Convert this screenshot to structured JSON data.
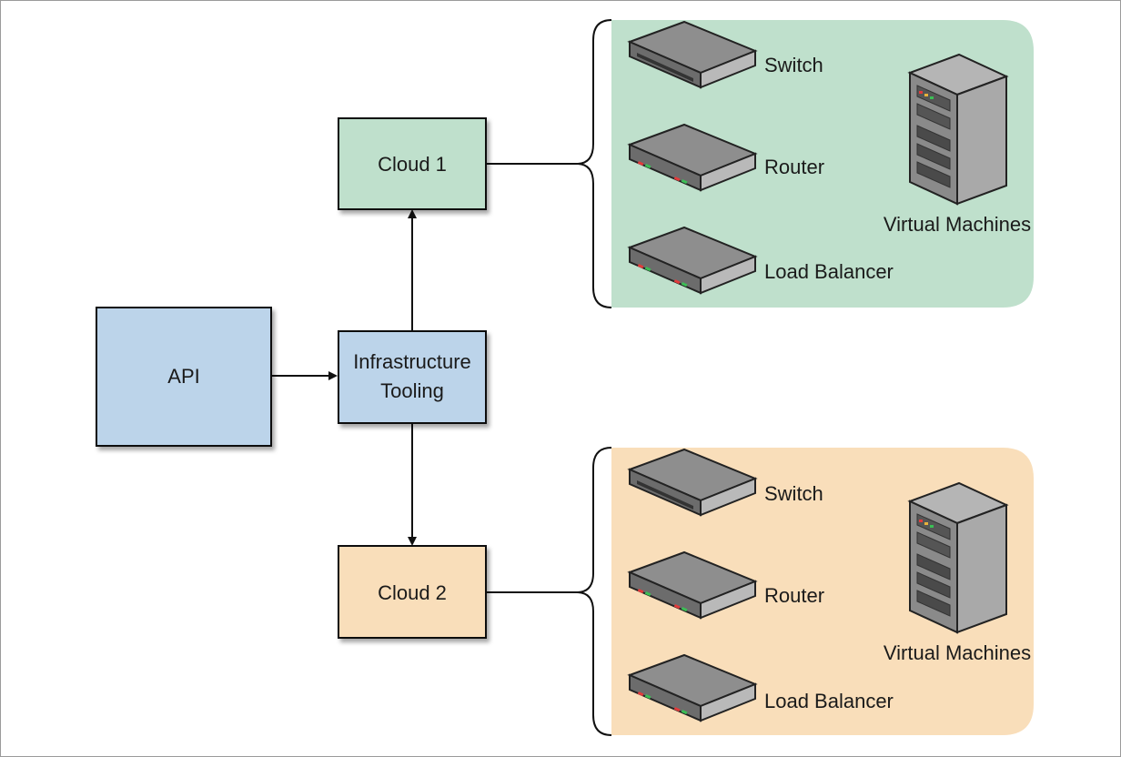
{
  "colors": {
    "api_fill": "#bcd4ea",
    "tooling_fill": "#bcd4ea",
    "cloud1_fill": "#bfe0cc",
    "cloud2_fill": "#f9deba",
    "panel1_fill": "#bfe0cc",
    "panel2_fill": "#f9deba",
    "stroke": "#111111",
    "device_top": "#8e8e8e",
    "device_front": "#6c6c6c",
    "device_side": "#b9b9b9",
    "server_front": "#8a8a8a",
    "server_side": "#a9a9a9"
  },
  "nodes": {
    "api": "API",
    "tooling_line1": "Infrastructure",
    "tooling_line2": "Tooling",
    "cloud1": "Cloud 1",
    "cloud2": "Cloud 2"
  },
  "cloud1_panel": {
    "switch": "Switch",
    "router": "Router",
    "load_balancer": "Load Balancer",
    "virtual_machines": "Virtual Machines",
    "icons": [
      "switch-icon",
      "router-icon",
      "load-balancer-icon",
      "server-icon"
    ]
  },
  "cloud2_panel": {
    "switch": "Switch",
    "router": "Router",
    "load_balancer": "Load Balancer",
    "virtual_machines": "Virtual Machines",
    "icons": [
      "switch-icon",
      "router-icon",
      "load-balancer-icon",
      "server-icon"
    ]
  }
}
